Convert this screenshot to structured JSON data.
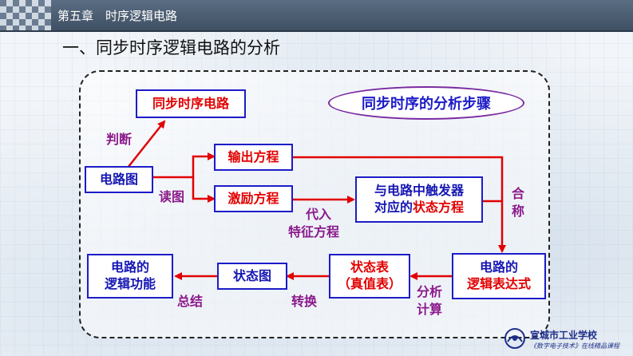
{
  "header": {
    "chapter": "第五章　时序逻辑电路"
  },
  "slide": {
    "title": "一、同步时序逻辑电路的分析"
  },
  "diagram": {
    "title": "同步时序的分析步骤",
    "nodes": {
      "circuit_diagram": "电路图",
      "sync_seq_circuit": "同步时序电路",
      "output_eq": "输出方程",
      "excitation_eq": "激励方程",
      "ff_state_eq_line1_prefix": "与电路中触发器",
      "ff_state_eq_line2_prefix": "对应的",
      "ff_state_eq_line2_emph": "状态方程",
      "logic_expr_line1": "电路的",
      "logic_expr_line2": "逻辑表达式",
      "state_table_line1": "状态表",
      "state_table_line2": "（真值表）",
      "state_diagram": "状态图",
      "logic_func_line1": "电路的",
      "logic_func_line2": "逻辑功能"
    },
    "labels": {
      "judge": "判断",
      "read_diagram": "读图",
      "substitute_line1": "代入",
      "substitute_line2": "特征方程",
      "combine_1": "合",
      "combine_2": "称",
      "analyze_line1": "分析",
      "analyze_line2": "计算",
      "convert": "转换",
      "summarize": "总结"
    }
  },
  "footer": {
    "school": "宣城市工业学校",
    "course": "《数字电子技术》在线精品课程"
  },
  "colors": {
    "box_border": "#1c1cc8",
    "arrow": "#e20000",
    "label": "#8b1a8b",
    "emphasis": "#e20000"
  }
}
